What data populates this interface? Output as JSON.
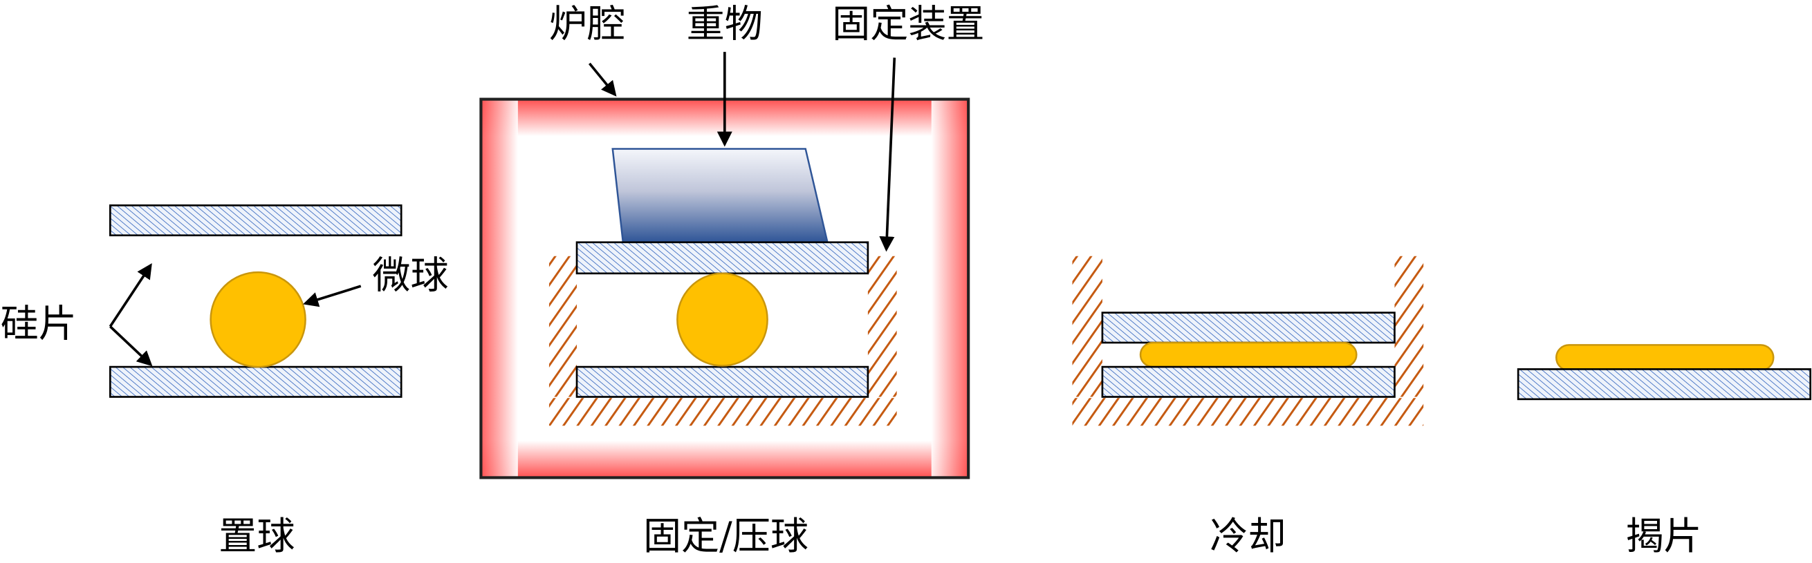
{
  "labels": {
    "furnace": "炉腔",
    "weight": "重物",
    "fixture": "固定装置",
    "wafer": "硅片",
    "microsphere": "微球"
  },
  "steps": [
    {
      "label": "置球"
    },
    {
      "label": "固定/压球"
    },
    {
      "label": "冷却"
    },
    {
      "label": "揭片"
    }
  ],
  "colors": {
    "ball": "#FFC000",
    "fixture_hatch": "#C55A11",
    "wafer_hatch": "#4472C4",
    "furnace": "#FF5050",
    "weight": "#2F5597"
  }
}
